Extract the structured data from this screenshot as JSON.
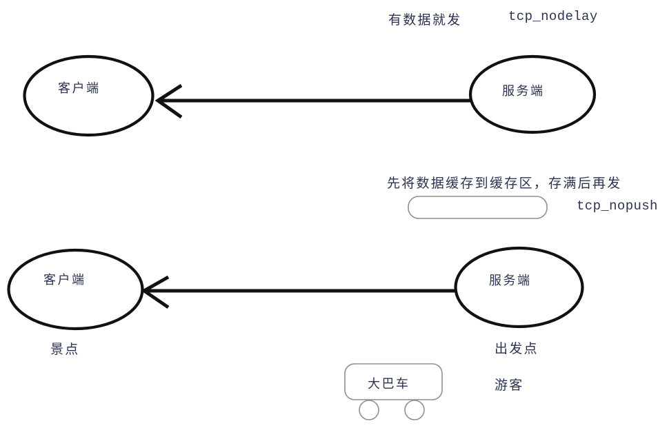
{
  "diagram": {
    "title": "TCP nodelay vs nopush analogy diagram",
    "colors": {
      "stroke_heavy": "#111111",
      "stroke_light": "#9a9a9a",
      "text": "#2c3350",
      "background": "#ffffff"
    },
    "sections": [
      {
        "id": "nodelay",
        "annotation_cjk": "有数据就发",
        "annotation_option": "tcp_nodelay",
        "client_label": "客户端",
        "server_label": "服务端"
      },
      {
        "id": "nopush",
        "annotation_cjk": "先将数据缓存到缓存区，存满后再发",
        "annotation_option": "tcp_nopush",
        "client_label": "客户端",
        "server_label": "服务端",
        "client_sublabel": "景点",
        "server_sublabel": "出发点",
        "buffer_label": "",
        "bus_label": "大巴车",
        "passenger_label": "游客"
      }
    ]
  }
}
